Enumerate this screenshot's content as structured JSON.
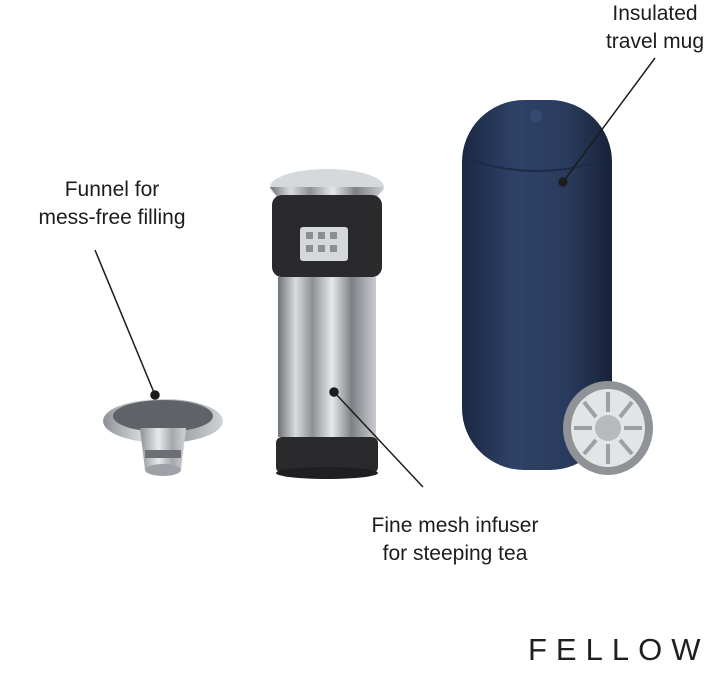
{
  "labels": {
    "mug": {
      "line1": "Insulated",
      "line2": "travel mug"
    },
    "funnel": {
      "line1": "Funnel for",
      "line2": "mess-free filling"
    },
    "infuser": {
      "line1": "Fine mesh infuser",
      "line2": "for steeping tea"
    }
  },
  "brand": {
    "name": "FELLOW"
  },
  "colors": {
    "mug": "#28395a",
    "steel": "#b8bcc0",
    "infuser_black": "#2a2a2c",
    "text": "#1c1c1c"
  }
}
